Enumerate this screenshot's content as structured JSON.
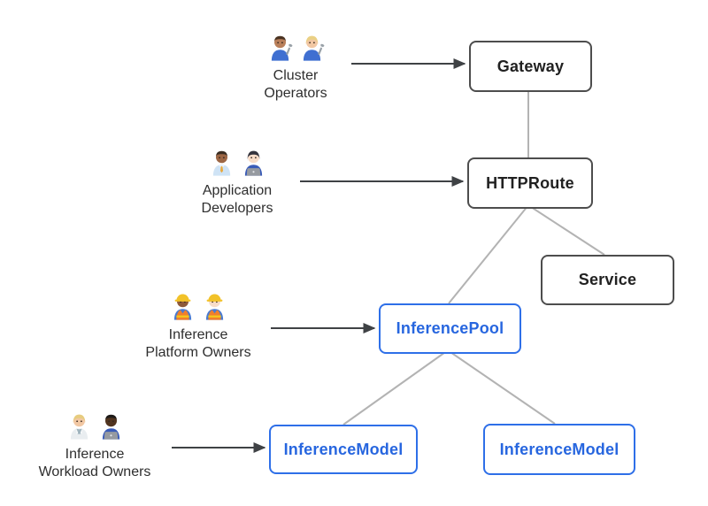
{
  "diagram": {
    "colors": {
      "background": "#ffffff",
      "node_border_dark": "#4d4d4d",
      "node_text_dark": "#212121",
      "node_border_blue": "#2e6fe8",
      "node_text_blue": "#2766df",
      "connector_line": "#b3b3b3",
      "arrow": "#3f4245",
      "persona_text": "#2e2e2e"
    },
    "nodes": [
      {
        "id": "gateway",
        "label": "Gateway",
        "style": "dark"
      },
      {
        "id": "httproute",
        "label": "HTTPRoute",
        "style": "dark"
      },
      {
        "id": "service",
        "label": "Service",
        "style": "dark"
      },
      {
        "id": "inferencepool",
        "label": "InferencePool",
        "style": "blue"
      },
      {
        "id": "inferencemodel-left",
        "label": "InferenceModel",
        "style": "blue"
      },
      {
        "id": "inferencemodel-right",
        "label": "InferenceModel",
        "style": "blue"
      }
    ],
    "personas": [
      {
        "id": "cluster-operators",
        "label": "Cluster\nOperators",
        "emoji": "👨🏽‍🔧 👩🏼‍🔧",
        "points_to": "gateway",
        "people": [
          {
            "icon": "man-mechanic-icon",
            "skin": "#b97f5a",
            "hair": "#4a3321",
            "hair_style": "short",
            "top": "#3f6fd1",
            "accessory": "wrench"
          },
          {
            "icon": "woman-mechanic-icon",
            "skin": "#f1c7a3",
            "hair": "#ead084",
            "hair_style": "long",
            "top": "#3f6fd1",
            "accessory": "wrench"
          }
        ]
      },
      {
        "id": "application-developers",
        "label": "Application\nDevelopers",
        "emoji": "👨🏾‍💼 👩🏻‍💻",
        "points_to": "httproute",
        "people": [
          {
            "icon": "man-office-worker-icon",
            "skin": "#9c6644",
            "hair": "#3a2d22",
            "hair_style": "short",
            "top": "#cfe3f5",
            "accessory": "tie"
          },
          {
            "icon": "woman-technologist-icon",
            "skin": "#f7dcc8",
            "hair": "#33333d",
            "hair_style": "long",
            "top": "#3a5cb8",
            "accessory": "laptop"
          }
        ]
      },
      {
        "id": "inference-platform-owners",
        "label": "Inference\nPlatform Owners",
        "emoji": "👷🏾‍♀️ 👷🏻",
        "points_to": "inferencepool",
        "people": [
          {
            "icon": "woman-construction-worker-icon",
            "skin": "#8d5a3a",
            "hair": "#2b1f16",
            "hair_style": "none",
            "top": "#4a7bd0",
            "accessory": "helmet"
          },
          {
            "icon": "man-construction-worker-icon",
            "skin": "#f7dcc8",
            "hair": "#8a5a36",
            "hair_style": "none",
            "top": "#4a7bd0",
            "accessory": "helmet"
          }
        ]
      },
      {
        "id": "inference-workload-owners",
        "label": "Inference\nWorkload Owners",
        "emoji": "🧑🏼‍⚕️ 👨🏿‍💻",
        "points_to": "inferencemodel-left",
        "people": [
          {
            "icon": "health-worker-icon",
            "skin": "#f1c7a3",
            "hair": "#e7cc7f",
            "hair_style": "long",
            "top": "#e9edf0",
            "accessory": "coat"
          },
          {
            "icon": "man-technologist-icon",
            "skin": "#51341f",
            "hair": "#1d1a18",
            "hair_style": "short",
            "top": "#3a5cb8",
            "accessory": "laptop"
          }
        ]
      }
    ],
    "edges": [
      {
        "from": "gateway",
        "to": "httproute"
      },
      {
        "from": "httproute",
        "to": "inferencepool"
      },
      {
        "from": "httproute",
        "to": "service"
      },
      {
        "from": "inferencepool",
        "to": "inferencemodel-left"
      },
      {
        "from": "inferencepool",
        "to": "inferencemodel-right"
      }
    ]
  }
}
